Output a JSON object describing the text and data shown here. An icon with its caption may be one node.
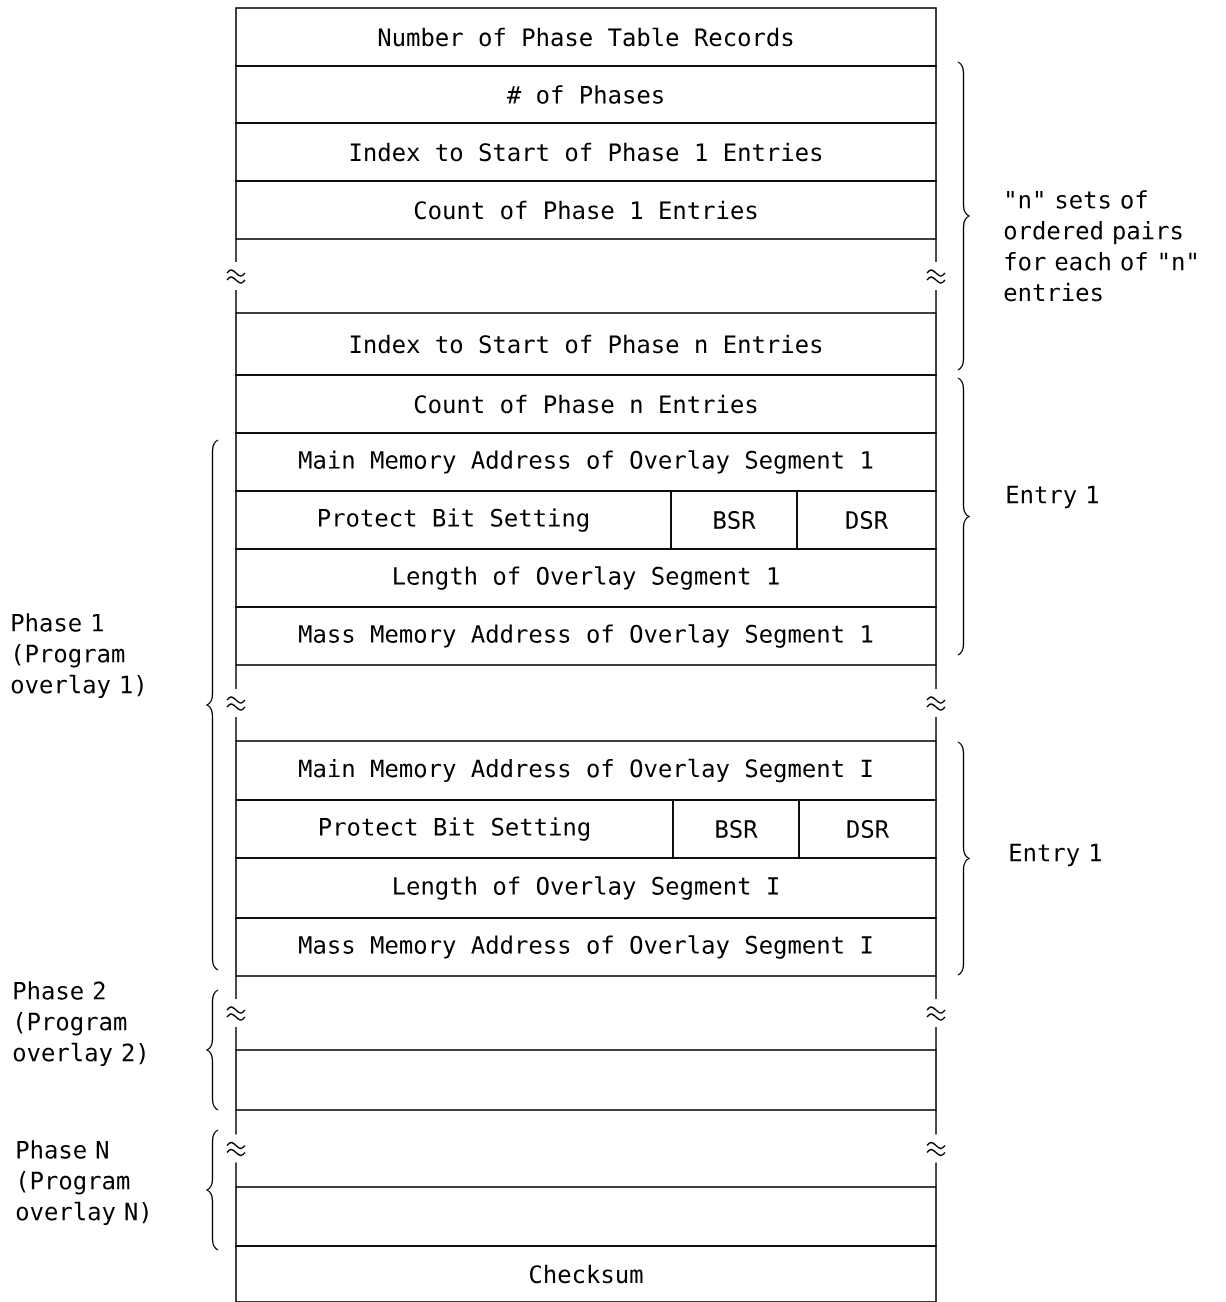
{
  "diagram": {
    "nodes": [
      {
        "text": [
          "Number of Phase Table Records"
        ]
      },
      {
        "text": [
          "# of Phases"
        ]
      },
      {
        "text": [
          "Index to Start of Phase 1 Entries"
        ]
      },
      {
        "text": [
          "Count of Phase 1 Entries"
        ]
      },
      {
        "text": [
          "Index to Start of Phase n Entries"
        ]
      },
      {
        "text": [
          "Count of Phase n Entries"
        ]
      },
      {
        "text": [
          "Main Memory Address of Overlay Segment 1"
        ]
      },
      {
        "text": [
          "Protect Bit Setting"
        ]
      },
      {
        "text": [
          "BSR"
        ]
      },
      {
        "text": [
          "DSR"
        ]
      },
      {
        "text": [
          "Length of Overlay Segment 1"
        ]
      },
      {
        "text": [
          "Mass Memory Address of Overlay Segment 1"
        ]
      },
      {
        "text": [
          "Main Memory Address of Overlay Segment I"
        ]
      },
      {
        "text": [
          "Protect Bit Setting"
        ]
      },
      {
        "text": [
          "BSR"
        ]
      },
      {
        "text": [
          "DSR"
        ]
      },
      {
        "text": [
          "Length of Overlay Segment I"
        ]
      },
      {
        "text": [
          "Mass Memory Address of Overlay Segment I"
        ]
      },
      {
        "text": [],
        "shape": "box"
      },
      {
        "text": [],
        "shape": "box"
      },
      {
        "text": [
          "Checksum"
        ]
      }
    ],
    "edges": [],
    "labels": [
      "\"n\" sets of ordered pairs for each of \"n\" entries",
      "Entry 1",
      "Entry 1",
      "Phase 1 (Program overlay 1)",
      "Phase 2 (Program overlay 2)",
      "Phase N (Program overlay N)"
    ]
  }
}
